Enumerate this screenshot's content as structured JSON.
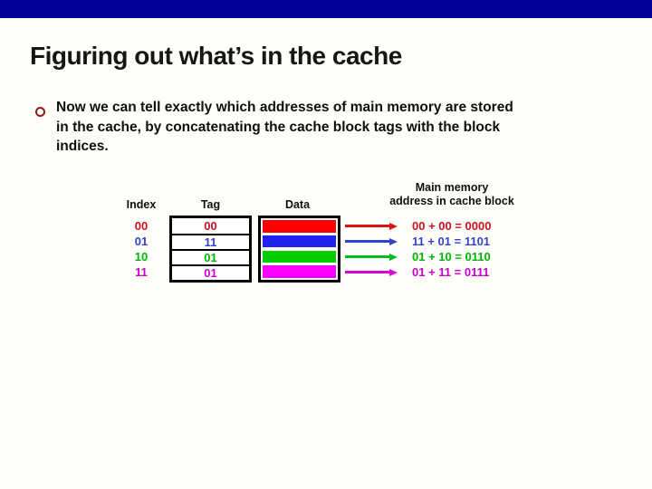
{
  "theme": {
    "top_bar_color": "#000099",
    "background_color": "#fffffa",
    "bullet_color": "#8b1a1a"
  },
  "slide": {
    "title": "Figuring out what’s in the cache",
    "bullet": {
      "lines": [
        "Now we can tell exactly which addresses of main memory are stored",
        "in the cache, by concatenating the cache block tags with the block",
        "indices."
      ]
    }
  },
  "diagram": {
    "headers": {
      "index": "Index",
      "tag": "Tag",
      "data": "Data",
      "address_line1": "Main memory",
      "address_line2": "address in cache block"
    },
    "rows": [
      {
        "index": "00",
        "tag": "00",
        "address": "00 + 00 = 0000",
        "text_color": "#cc1122",
        "bar_color": "#ff0000",
        "arrow_color": "#dd1111"
      },
      {
        "index": "01",
        "tag": "11",
        "address": "11 + 01 = 1101",
        "text_color": "#3344cc",
        "bar_color": "#2222ee",
        "arrow_color": "#3344cc"
      },
      {
        "index": "10",
        "tag": "01",
        "address": "01 + 10 = 0110",
        "text_color": "#00b400",
        "bar_color": "#00cc00",
        "arrow_color": "#00bb22"
      },
      {
        "index": "11",
        "tag": "01",
        "address": "01 + 11 = 0111",
        "text_color": "#cc00cc",
        "bar_color": "#ff00ff",
        "arrow_color": "#dd00dd"
      }
    ]
  }
}
